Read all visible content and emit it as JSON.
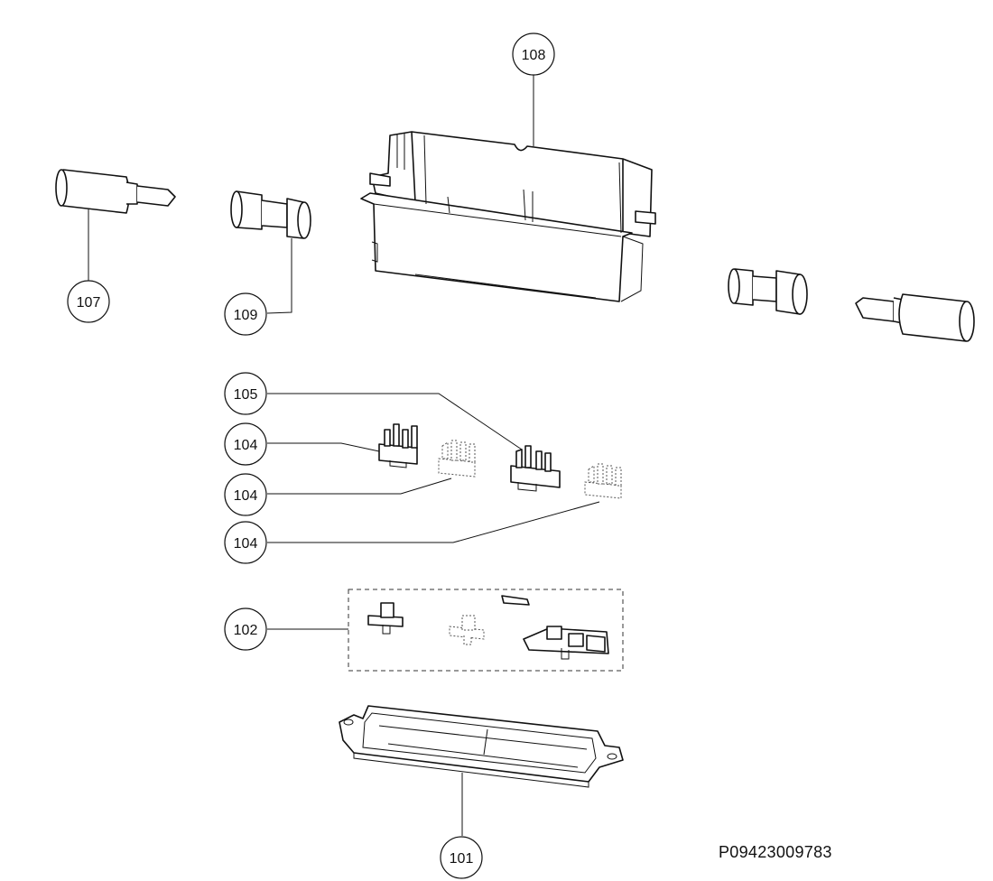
{
  "callouts": {
    "c101": "101",
    "c102": "102",
    "c104a": "104",
    "c104b": "104",
    "c104c": "104",
    "c105": "105",
    "c107": "107",
    "c108": "108",
    "c109": "109"
  },
  "reference_code": "P09423009783"
}
